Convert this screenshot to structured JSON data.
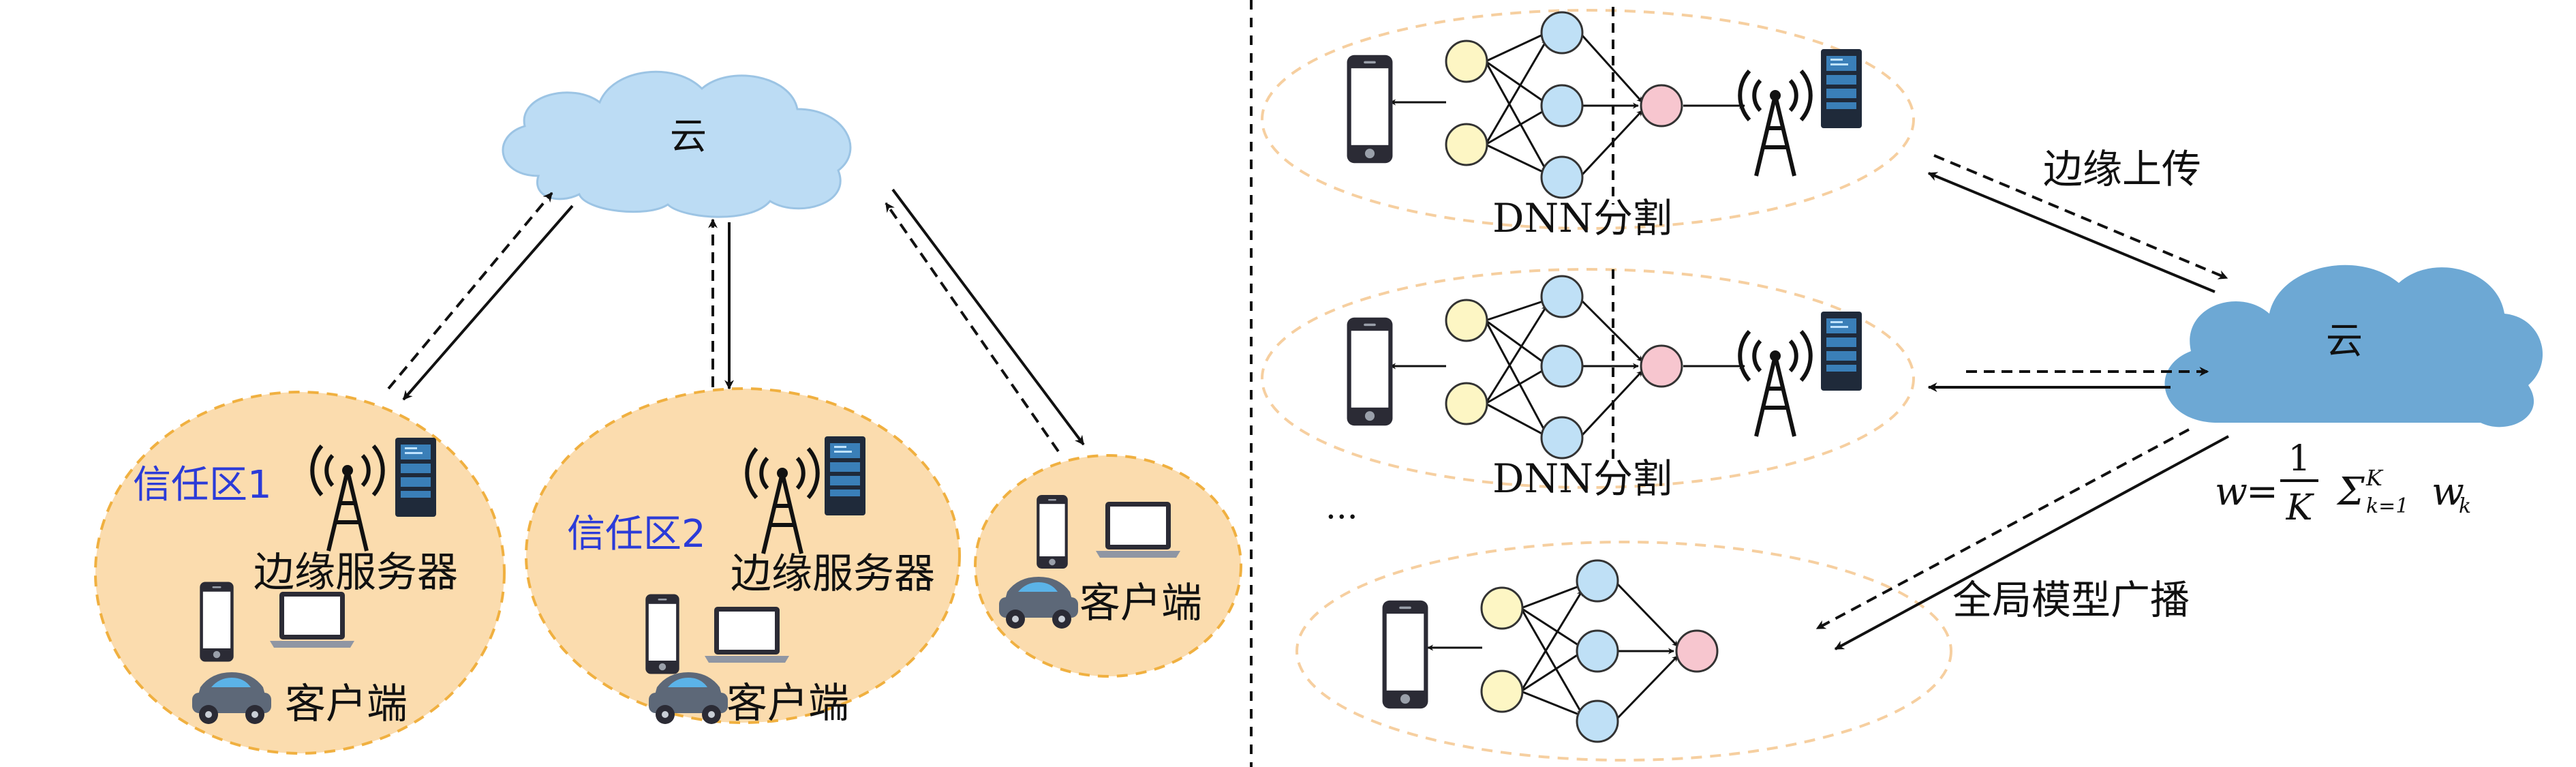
{
  "left_panel": {
    "cloud_label": "云",
    "zone1": {
      "title": "信任区1",
      "server_label": "边缘服务器",
      "client_label": "客户端"
    },
    "zone2": {
      "title": "信任区2",
      "server_label": "边缘服务器",
      "client_label": "客户端"
    },
    "zone3": {
      "client_label": "客户端"
    }
  },
  "right_panel": {
    "cloud_label": "云",
    "split_label_1": "DNN分割",
    "split_label_2": "DNN分割",
    "ellipsis": "···",
    "upload_label": "边缘上传",
    "broadcast_label": "全局模型广播",
    "formula": {
      "lhs": "w",
      "eq": "=",
      "num": "1",
      "den": "K",
      "sigma": "Σ",
      "sup": "K",
      "sub": "k=1",
      "term": "w",
      "term_sub": "k"
    }
  },
  "colors": {
    "zone_fill": "#fbdcae",
    "zone_stroke": "#f0b040",
    "left_cloud": "#bcdcf4",
    "right_cloud": "#6da8d4",
    "node_yellow": "#fdf6c4",
    "node_blue": "#bfe0f6",
    "node_pink": "#f7c6cf",
    "panel_ellipse_stroke": "#f6cfa0"
  },
  "icons": [
    "cloud-icon",
    "antenna-tower-icon",
    "server-icon",
    "phone-icon",
    "laptop-icon",
    "car-icon"
  ]
}
